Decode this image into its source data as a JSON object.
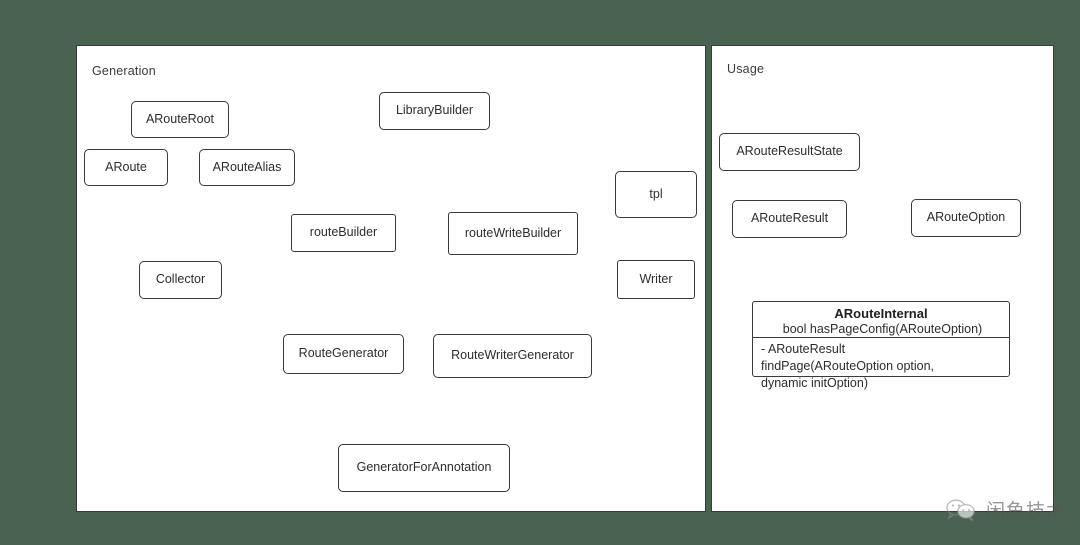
{
  "background_color": "#4a6351",
  "panels": [
    {
      "name": "generation",
      "title": "Generation"
    },
    {
      "name": "usage",
      "title": "Usage"
    }
  ],
  "generation": {
    "nodes": {
      "aroute_root": "ARouteRoot",
      "aroute": "ARoute",
      "aroute_alias": "ARouteAlias",
      "collector": "Collector",
      "library_builder": "LibraryBuilder",
      "route_builder": "routeBuilder",
      "route_write_builder": "routeWriteBuilder",
      "tpl": "tpl",
      "writer": "Writer",
      "route_generator": "RouteGenerator",
      "route_writer_generator": "RouteWriterGenerator",
      "generator_for_annotation": "GeneratorForAnnotation"
    }
  },
  "usage": {
    "nodes": {
      "aroute_result_state": "ARouteResultState",
      "aroute_result": "ARouteResult",
      "aroute_option": "ARouteOption"
    },
    "internal_class": {
      "title": "ARouteInternal",
      "overlap_method": "bool hasPageConfig(ARouteOption)",
      "body_line1": "- ARouteResult",
      "body_line2": "findPage(ARouteOption option,",
      "body_line3": "dynamic initOption)"
    }
  },
  "watermark": {
    "text": "闲鱼技术",
    "icon": "wechat-bubbles-icon"
  },
  "colors": {
    "stroke": "#3a3a3a",
    "node_fill": "#ffffff",
    "text": "#2d2d2d"
  }
}
